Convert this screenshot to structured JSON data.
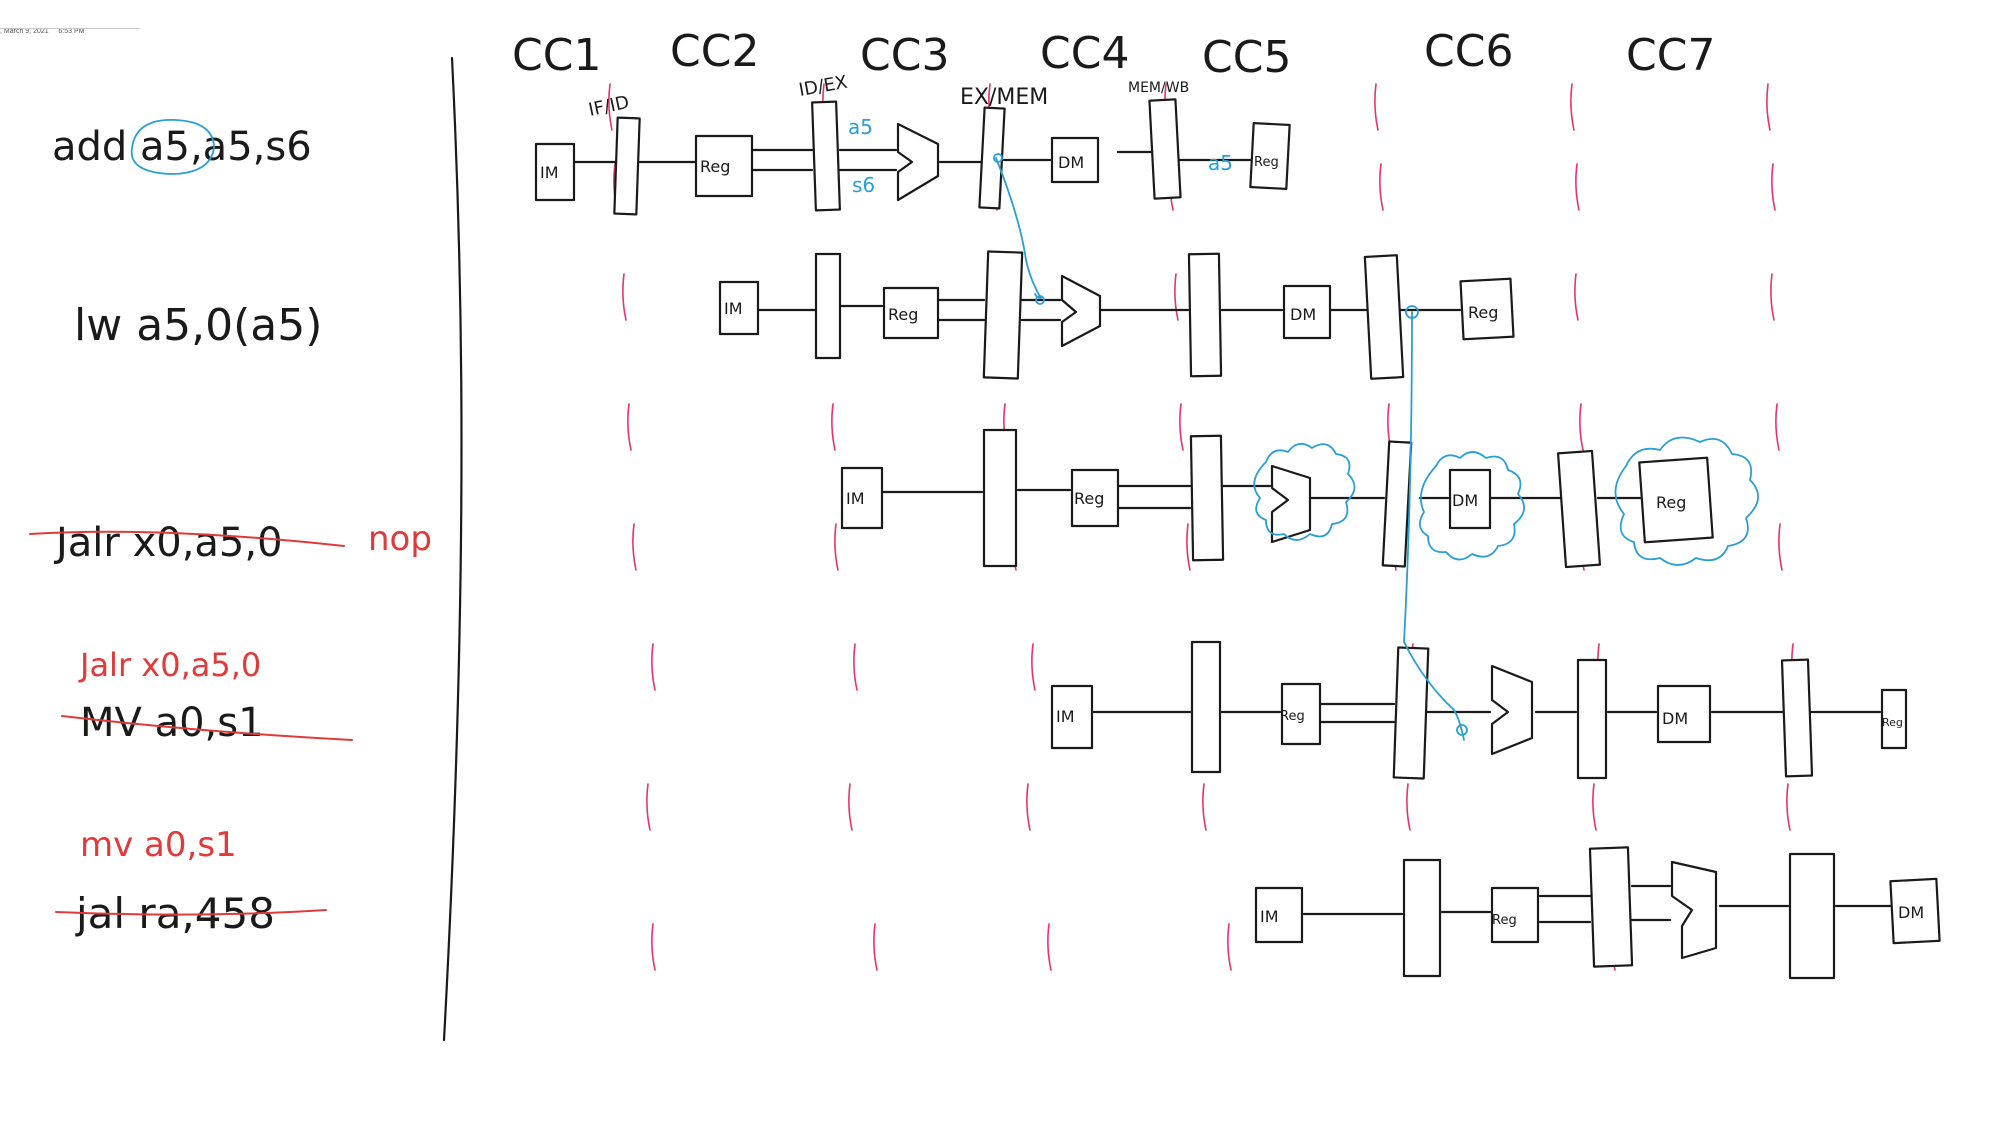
{
  "header": {
    "date": ", March 9, 2021",
    "time": "6:53 PM"
  },
  "cycles": [
    "CC1",
    "CC2",
    "CC3",
    "CC4",
    "CC5",
    "CC6",
    "CC7"
  ],
  "registers": [
    "IF/ID",
    "ID/EX",
    "EX/MEM",
    "MEM/WB"
  ],
  "units": {
    "im": "IM",
    "reg": "Reg",
    "dm": "DM"
  },
  "instructions": [
    {
      "id": "add",
      "text": "add a5,a5,s6",
      "struck": false,
      "replacement": ""
    },
    {
      "id": "lw",
      "text": "lw a5,0(a5)",
      "struck": false,
      "replacement": ""
    },
    {
      "id": "jalr",
      "text": "Jalr x0,a5,0",
      "struck": true,
      "replacement": "nop"
    },
    {
      "id": "mv",
      "text": "MV a0,s1",
      "struck": true,
      "replacement": "Jalr x0,a5,0"
    },
    {
      "id": "jal",
      "text": "jal ra,458",
      "struck": true,
      "replacement": "mv a0,s1"
    }
  ],
  "annotations": {
    "alu_in_a": "a5",
    "alu_in_b": "s6",
    "wb_value": "a5"
  },
  "colors": {
    "ink": "#1a1a1a",
    "cycle_divider": "#e6336b",
    "forwarding": "#2a9fd6",
    "edit": "#e03a3a"
  }
}
